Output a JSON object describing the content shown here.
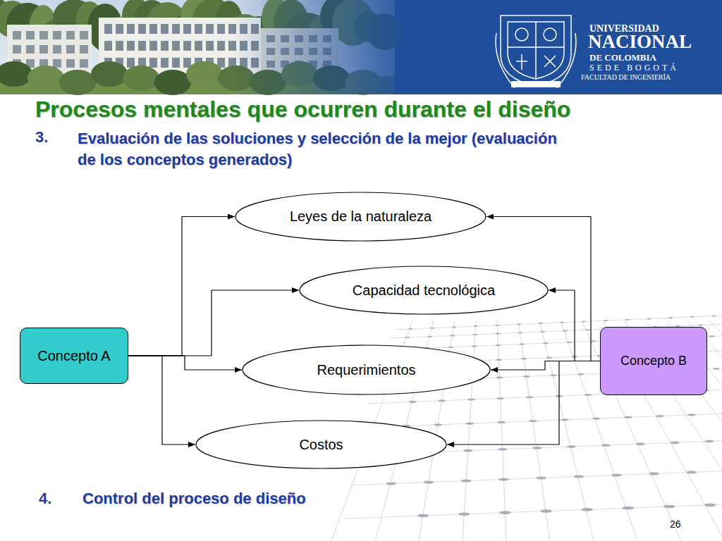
{
  "diagram": {
    "title": "Procesos mentales que ocurren durante el diseño",
    "nodes": [
      {
        "text": [
          "Leyes de la naturaleza"
        ]
      },
      {
        "text": [
          "Capacidad tecnológica"
        ]
      },
      {
        "text": [
          "Concepto A"
        ]
      },
      {
        "text": [
          "Concepto B"
        ]
      },
      {
        "text": [
          "Requerimientos"
        ]
      },
      {
        "text": [
          "Costos"
        ]
      }
    ],
    "edges": [
      {
        "from": 2,
        "to": 0,
        "arrow": "to"
      },
      {
        "from": 2,
        "to": 1,
        "arrow": "to"
      },
      {
        "from": 2,
        "to": 4,
        "arrow": "to"
      },
      {
        "from": 2,
        "to": 5,
        "arrow": "to"
      },
      {
        "from": 3,
        "to": 0,
        "arrow": "to"
      },
      {
        "from": 3,
        "to": 1,
        "arrow": "to"
      },
      {
        "from": 3,
        "to": 4,
        "arrow": "to"
      },
      {
        "from": 3,
        "to": 5,
        "arrow": "to"
      }
    ],
    "labels": [
      "UNIVERSIDAD",
      "NACIONAL",
      "DE COLOMBIA",
      "SEDE BOGOTÁ",
      "FACULTAD DE INGENIERÍA",
      "3.",
      "Evaluación de las soluciones y selección de la mejor (evaluación de los conceptos generados)",
      "4.",
      "Control del proceso de diseño",
      "26"
    ]
  }
}
